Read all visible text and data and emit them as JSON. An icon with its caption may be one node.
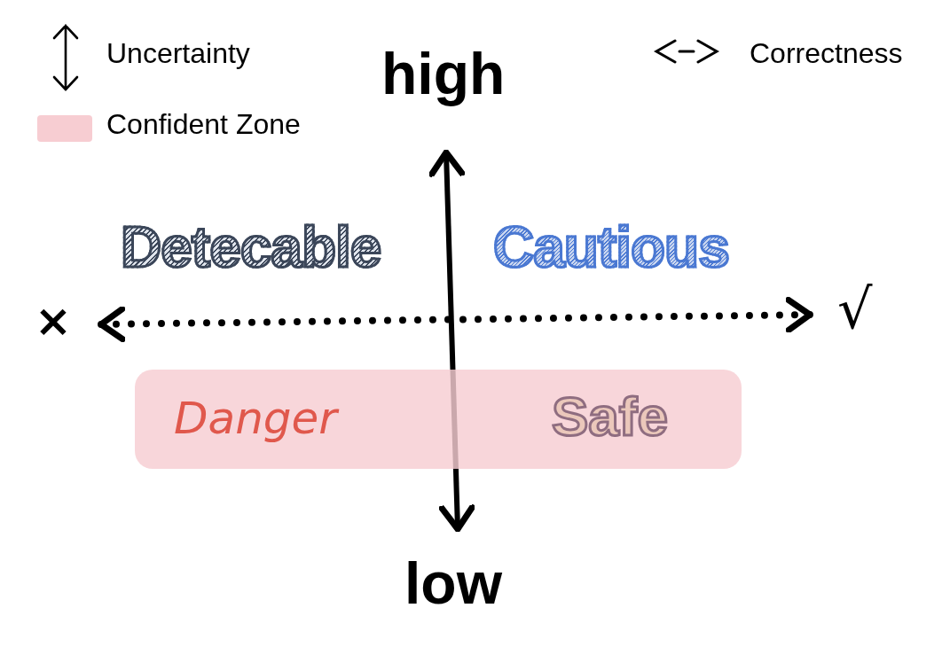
{
  "diagram": {
    "nodes": [
      {
        "text": [
          "Danger",
          "Safe"
        ]
      }
    ],
    "labels": [
      "high",
      "Detecable",
      "Cautious",
      "×",
      "√",
      "low"
    ],
    "legend": [
      {
        "text": "Uncertainty"
      },
      {
        "text": "Correctness"
      },
      {
        "text": "Confident Zone",
        "color": "#f7cdd2"
      }
    ]
  }
}
